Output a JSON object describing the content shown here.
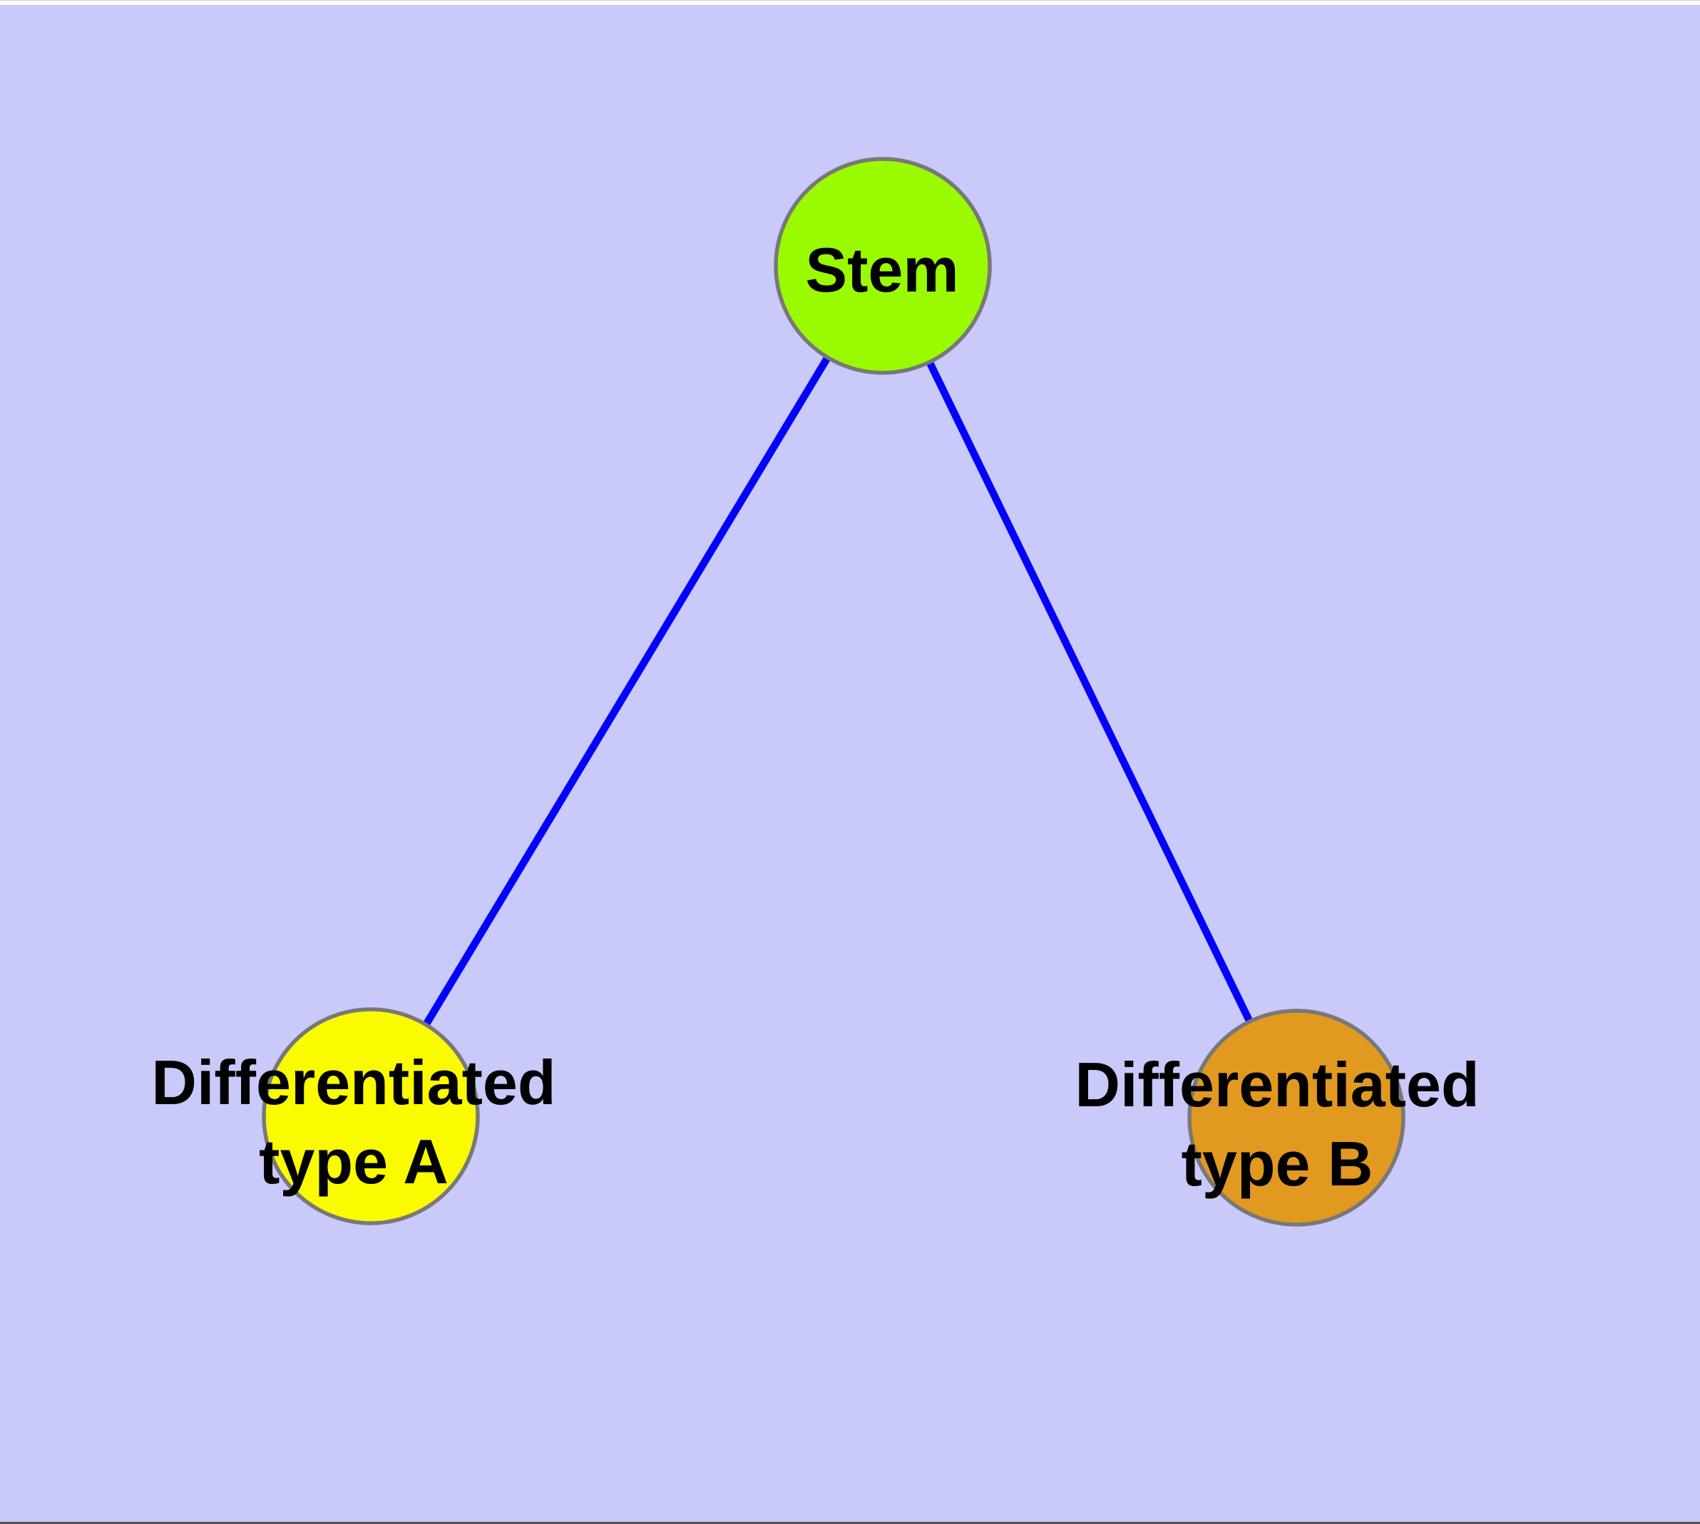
{
  "page": {
    "background_color": "#c9c9fa",
    "top_strip_color": "#ffffff",
    "top_hairline_color": "#d9d9d9",
    "bottom_edge_color": "#52524c"
  },
  "diagram": {
    "type": "node-link-graph",
    "edge_color": "#0202fc",
    "node_border_color": "#787878",
    "text_color": "#000000",
    "nodes": [
      {
        "id": "stem",
        "label": "Stem",
        "fill_color": "#9afb00"
      },
      {
        "id": "differentiated-type-a",
        "label_line1": "Differentiated",
        "label_line2": "type A",
        "fill_color": "#fbfb00"
      },
      {
        "id": "differentiated-type-b",
        "label_line1": "Differentiated",
        "label_line2": "type B",
        "fill_color": "#e2991f"
      }
    ],
    "edges": [
      {
        "from": "stem",
        "to": "differentiated-type-a"
      },
      {
        "from": "stem",
        "to": "differentiated-type-b"
      }
    ]
  }
}
